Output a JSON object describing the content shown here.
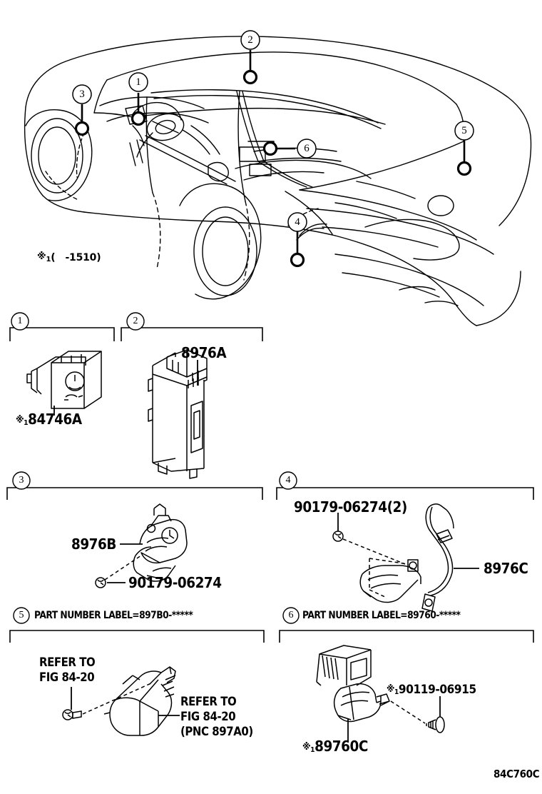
{
  "figure": {
    "code": "84C760C",
    "note_mark": "※1",
    "note_text": "(   -1510)"
  },
  "vehicle_callouts": [
    {
      "id": "1",
      "label": "1"
    },
    {
      "id": "2",
      "label": "2"
    },
    {
      "id": "3",
      "label": "3"
    },
    {
      "id": "4",
      "label": "4"
    },
    {
      "id": "5",
      "label": "5"
    },
    {
      "id": "6",
      "label": "6"
    }
  ],
  "panels": [
    {
      "number": "1",
      "header": "",
      "parts": [
        {
          "name": "part-number-84746a",
          "prefix": "※1",
          "text": "84746A"
        }
      ]
    },
    {
      "number": "2",
      "header": "",
      "parts": [
        {
          "name": "part-number-8976a",
          "prefix": "",
          "text": "8976A"
        }
      ]
    },
    {
      "number": "3",
      "header": "",
      "parts": [
        {
          "name": "part-number-8976b",
          "prefix": "",
          "text": "8976B"
        },
        {
          "name": "part-number-90179-06274",
          "prefix": "",
          "text": "90179-06274"
        }
      ]
    },
    {
      "number": "4",
      "header": "",
      "parts": [
        {
          "name": "part-number-90179-06274-2",
          "prefix": "",
          "text": "90179-06274(2)"
        },
        {
          "name": "part-number-8976c",
          "prefix": "",
          "text": "8976C"
        }
      ]
    },
    {
      "number": "5",
      "header": "PART NUMBER LABEL=897B0-*****",
      "parts": [
        {
          "name": "refer-note-left",
          "prefix": "",
          "text": "REFER TO\nFIG 84-20"
        },
        {
          "name": "refer-note-right",
          "prefix": "",
          "text": "REFER TO\nFIG 84-20\n(PNC 897A0)"
        }
      ]
    },
    {
      "number": "6",
      "header": "PART NUMBER LABEL=89760-*****",
      "parts": [
        {
          "name": "part-number-89760c",
          "prefix": "※1",
          "text": "89760C"
        },
        {
          "name": "part-number-90119-06915",
          "prefix": "※1",
          "text": "90119-06915"
        }
      ]
    }
  ],
  "labels": {
    "p1_part": "84746A",
    "p1_prefix": "※1",
    "p2_part": "8976A",
    "p3_part_a": "8976B",
    "p3_part_b": "90179-06274",
    "p4_part_a": "90179-06274(2)",
    "p4_part_b": "8976C",
    "p5_header": "PART NUMBER LABEL=897B0-*****",
    "p5_refer_l1": "REFER TO",
    "p5_refer_l2": "FIG 84-20",
    "p5_refer_r1": "REFER TO",
    "p5_refer_r2": "FIG 84-20",
    "p5_refer_r3": "(PNC 897A0)",
    "p6_header": "PART NUMBER LABEL=89760-*****",
    "p6_part_a": "89760C",
    "p6_part_b": "90119-06915",
    "p6_prefix_a": "※1",
    "p6_prefix_b": "※1",
    "note_mark": "※1",
    "note_range": "(   -1510)",
    "figure_code": "84C760C",
    "n1": "1",
    "n2": "2",
    "n3": "3",
    "n4": "4",
    "n5": "5",
    "n6": "6",
    "pn1": "1",
    "pn2": "2",
    "pn3": "3",
    "pn4": "4",
    "pn5": "5",
    "pn6": "6"
  },
  "colors": {
    "ink": "#000000",
    "paper": "#ffffff"
  }
}
